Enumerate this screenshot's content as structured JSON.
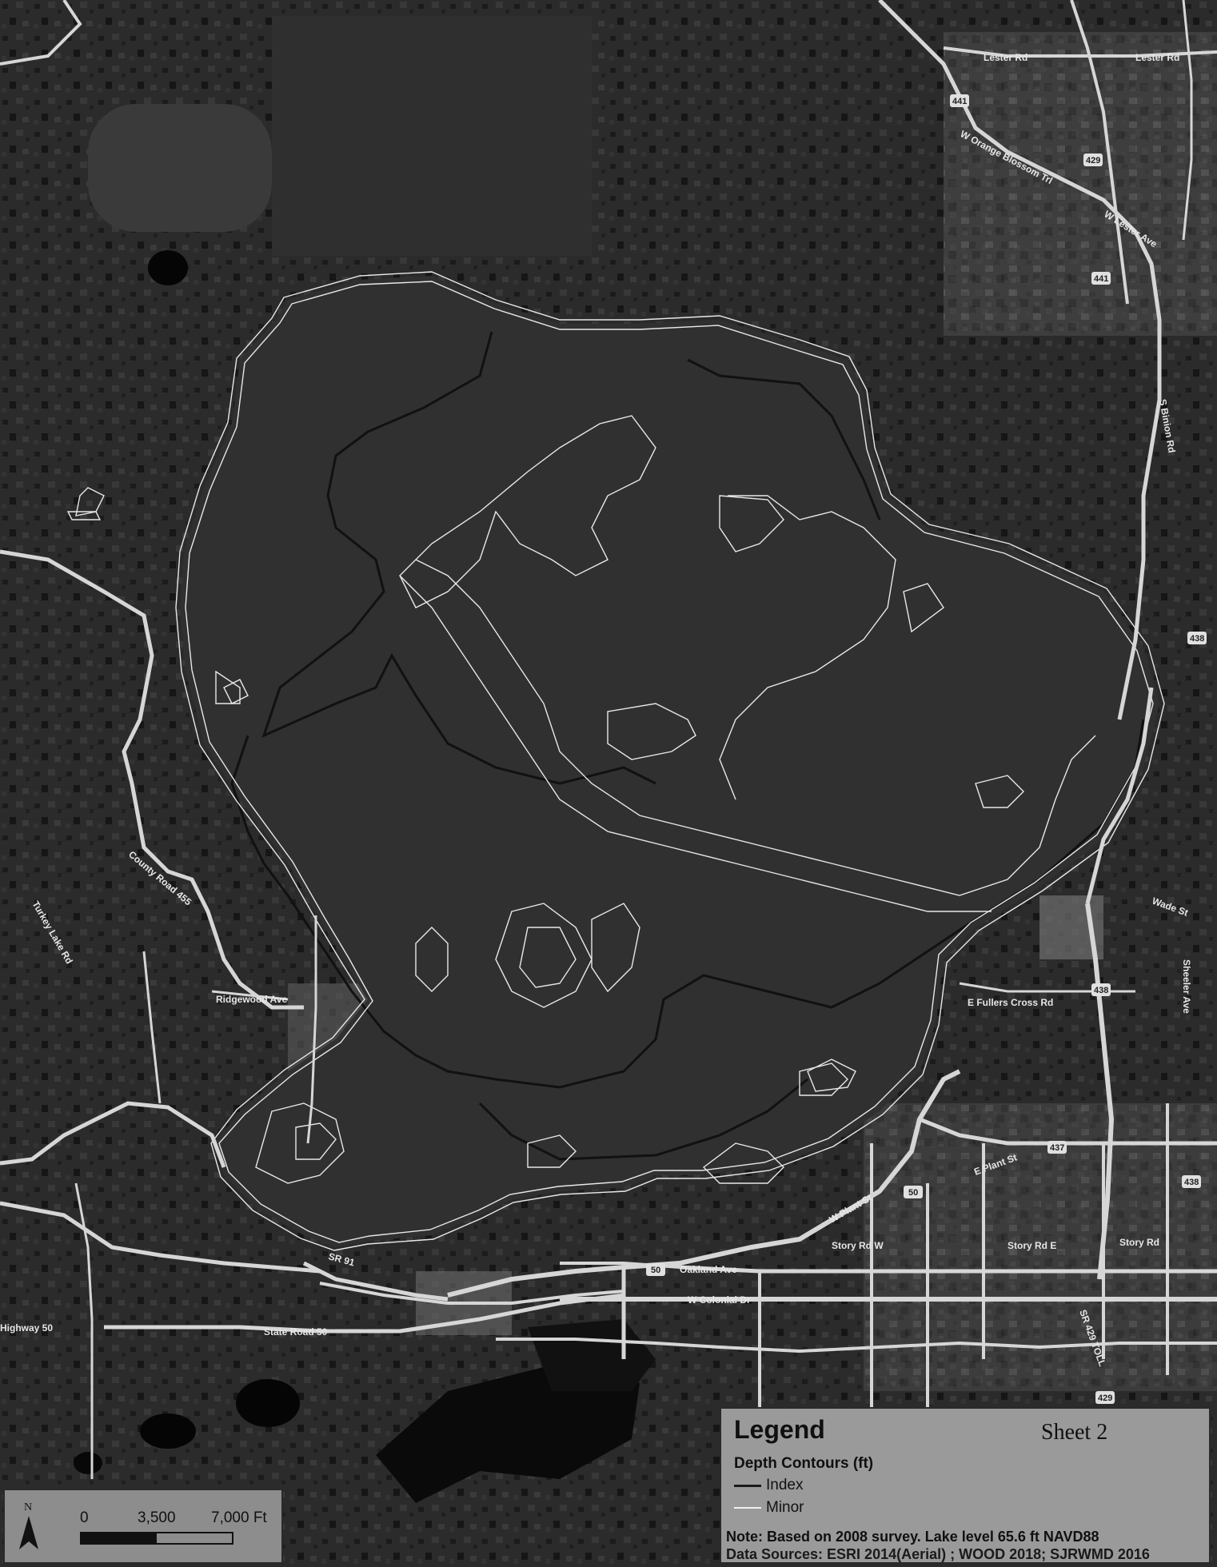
{
  "legend": {
    "title": "Legend",
    "sheet": "Sheet 2",
    "heading": "Depth Contours (ft)",
    "items": [
      {
        "label": "Index",
        "color": "#1a1a1a"
      },
      {
        "label": "Minor",
        "color": "#f0f0f0"
      }
    ],
    "note": "Note: Based on 2008 survey. Lake level 65.6 ft NAVD88",
    "sources": "Data Sources: ESRI 2014(Aerial) ; WOOD 2018; SJRWMD 2016"
  },
  "scale": {
    "north": "N",
    "ticks": [
      "0",
      "3,500",
      "7,000 Ft"
    ]
  },
  "roads": {
    "lester": "Lester Rd",
    "lester2": "Lester Rd",
    "w_ponkan": "W Orange Blossom Trl",
    "w_lester": "W Lester Ave",
    "s_binion": "S Binion Rd",
    "w_story": "Story Rd W",
    "e_story": "Story Rd E",
    "story_rd": "Story Rd",
    "w_plant": "W Plant St",
    "e_plant": "E Plant St",
    "oakland": "Oakland Ave",
    "w_colonial": "W Colonial Dr",
    "state_road": "State Road 50",
    "sr_429": "SR 429 TOLL",
    "ridgewood": "Ridgewood Ave",
    "e_fullers": "E Fullers Cross Rd",
    "sr91": "SR 91",
    "hwy50": "Highway 50",
    "county_rd": "County Road 455",
    "turkey": "Turkey Lake Rd",
    "w_wade": "Wade St",
    "sheeler": "Sheeler Ave"
  },
  "shields": [
    "441",
    "429",
    "441",
    "438",
    "438",
    "50",
    "437",
    "50",
    "438",
    "429"
  ]
}
